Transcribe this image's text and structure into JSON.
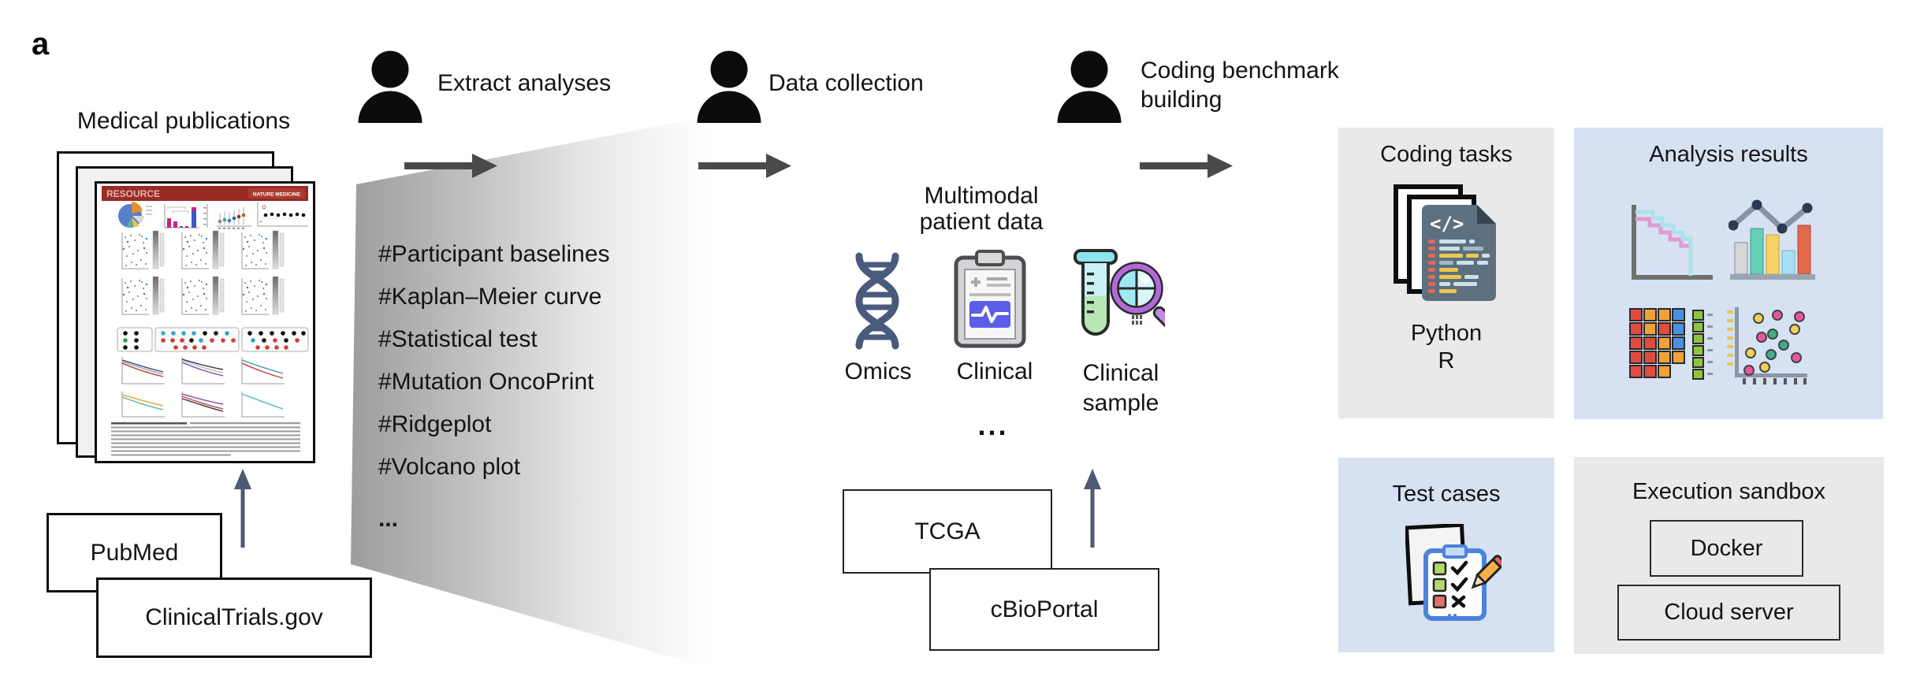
{
  "figure": {
    "panel_label": "a"
  },
  "publications": {
    "title": "Medical publications",
    "page": {
      "kicker": "RESOURCE",
      "journal": "NATURE MEDICINE"
    },
    "sources": [
      {
        "label": "PubMed"
      },
      {
        "label": "ClinicalTrials.gov"
      }
    ],
    "arrow_icon": "up-arrow-icon"
  },
  "steps": [
    {
      "label": "Extract analyses",
      "icon": "person-icon"
    },
    {
      "label": "Data collection",
      "icon": "person-icon"
    },
    {
      "label": "Coding benchmark building",
      "icon": "person-icon"
    }
  ],
  "analyses": {
    "items": [
      "#Participant baselines",
      "#Kaplan–Meier curve",
      "#Statistical test",
      "#Mutation OncoPrint",
      "#Ridgeplot",
      "#Volcano plot"
    ],
    "ellipsis": "..."
  },
  "patient_data": {
    "title": "Multimodal patient data",
    "modalities": [
      {
        "label": "Omics",
        "icon": "dna-icon"
      },
      {
        "label": "Clinical",
        "icon": "clipboard-icon"
      },
      {
        "label": "Clinical sample",
        "icon": "test-tube-magnifier-icon"
      }
    ],
    "ellipsis": "...",
    "databases": [
      {
        "label": "TCGA"
      },
      {
        "label": "cBioPortal"
      }
    ],
    "arrow_icon": "up-arrow-icon"
  },
  "benchmark": {
    "coding_tasks": {
      "title": "Coding tasks",
      "code_glyph": "</>",
      "icon": "code-file-stack-icon",
      "languages": [
        "Python",
        "R"
      ]
    },
    "analysis_results": {
      "title": "Analysis results",
      "chart_icons": [
        "km-curve-icon",
        "bar-line-chart-icon",
        "heatmap-icon",
        "scatter-plot-icon"
      ]
    },
    "test_cases": {
      "title": "Test cases",
      "icon": "checklist-clipboard-icon"
    },
    "execution_sandbox": {
      "title": "Execution sandbox",
      "environments": [
        {
          "label": "Docker"
        },
        {
          "label": "Cloud server"
        }
      ]
    }
  },
  "colors": {
    "panel_gray": "#e9e9e7",
    "panel_blue": "#d6e2f2",
    "journal_red": "#9a2b24",
    "slate_arrow": "#4c5a74",
    "dark_arrow": "#4a4a4a"
  }
}
